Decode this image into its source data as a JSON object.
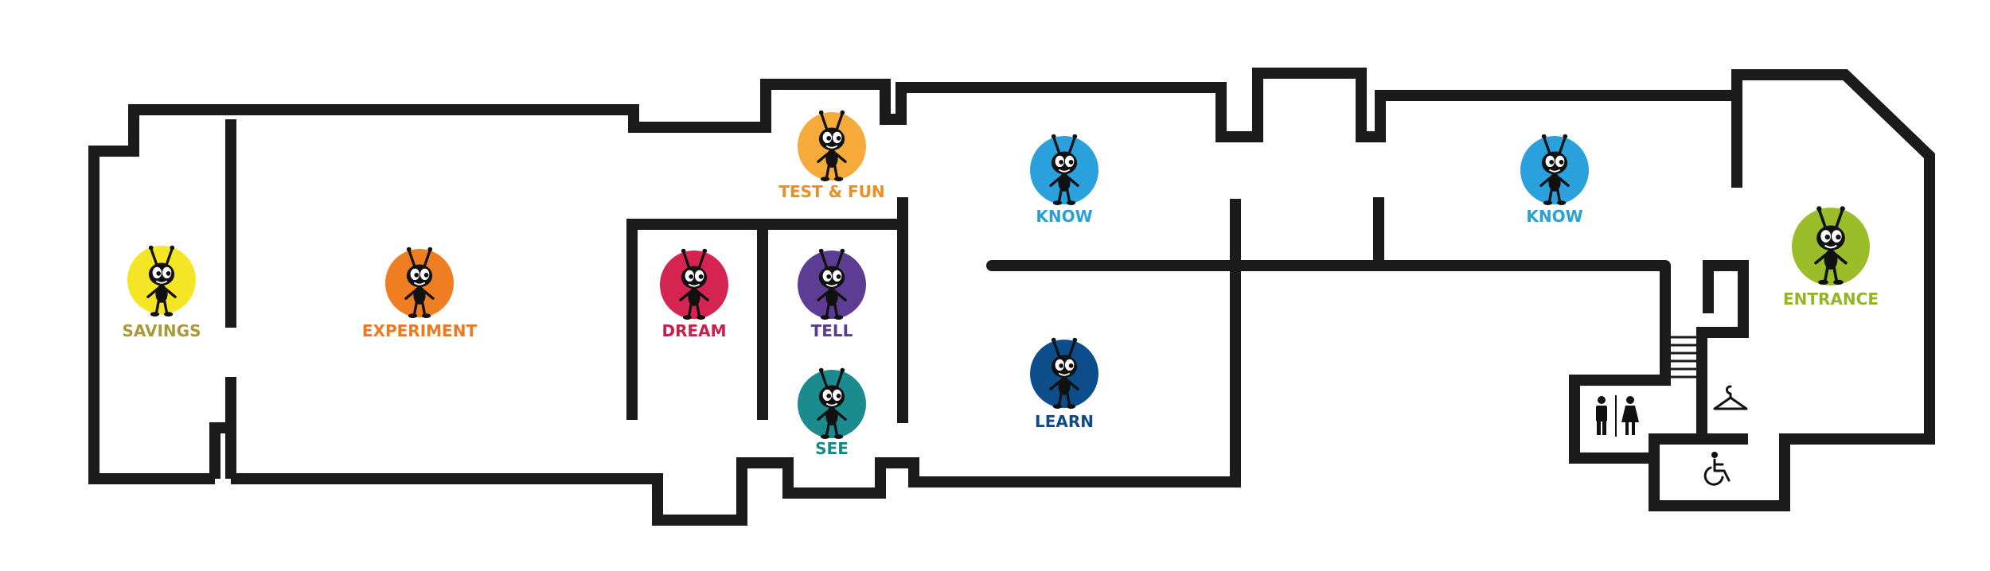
{
  "zones": [
    {
      "key": "savings",
      "label": "SAVINGS",
      "color": "#f5e625",
      "text_color": "#a89a3a"
    },
    {
      "key": "experiment",
      "label": "EXPERIMENT",
      "color": "#ef7d22",
      "text_color": "#ec7a22"
    },
    {
      "key": "dream",
      "label": "DREAM",
      "color": "#d62450",
      "text_color": "#c81f4d"
    },
    {
      "key": "tell",
      "label": "TELL",
      "color": "#5d3d93",
      "text_color": "#5a3b8f"
    },
    {
      "key": "see",
      "label": "SEE",
      "color": "#1a8c8e",
      "text_color": "#17878a"
    },
    {
      "key": "test_fun",
      "label": "TEST & FUN",
      "color": "#f6aa3a",
      "text_color": "#ec8f22"
    },
    {
      "key": "know1",
      "label": "KNOW",
      "color": "#2aa1dc",
      "text_color": "#2c9fd9"
    },
    {
      "key": "learn",
      "label": "LEARN",
      "color": "#0e4d8c",
      "text_color": "#0f4b87"
    },
    {
      "key": "know2",
      "label": "KNOW",
      "color": "#2aa1dc",
      "text_color": "#2c9fd9"
    },
    {
      "key": "entrance",
      "label": "ENTRANCE",
      "color": "#9bbd2a",
      "text_color": "#94b625"
    }
  ],
  "icons": {
    "restroom": "restroom-icon",
    "cloakroom": "hanger-icon",
    "accessible": "wheelchair-icon"
  }
}
